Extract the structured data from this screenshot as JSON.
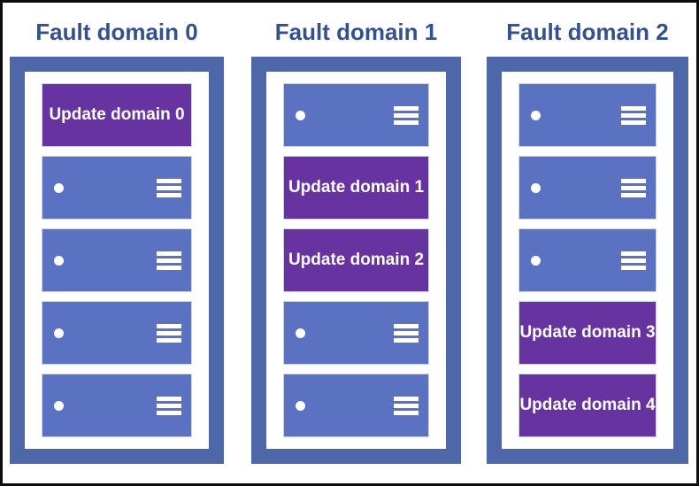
{
  "diagram": {
    "colors": {
      "outer_border": "#0d0d0d",
      "canvas_background": "#ffffff",
      "title_text": "#35508f",
      "rack_frame": "#4d67a8",
      "server_box": "#5b72c2",
      "update_box": "#6633a0",
      "slot_text": "#ffffff"
    },
    "fault_domains": [
      {
        "label": "Fault domain 0",
        "slots": [
          {
            "type": "update",
            "label": "Update domain 0"
          },
          {
            "type": "server",
            "icons": [
              "status-dot-icon",
              "server-vents-icon"
            ]
          },
          {
            "type": "server",
            "icons": [
              "status-dot-icon",
              "server-vents-icon"
            ]
          },
          {
            "type": "server",
            "icons": [
              "status-dot-icon",
              "server-vents-icon"
            ]
          },
          {
            "type": "server",
            "icons": [
              "status-dot-icon",
              "server-vents-icon"
            ]
          }
        ]
      },
      {
        "label": "Fault domain 1",
        "slots": [
          {
            "type": "server",
            "icons": [
              "status-dot-icon",
              "server-vents-icon"
            ]
          },
          {
            "type": "update",
            "label": "Update domain 1"
          },
          {
            "type": "update",
            "label": "Update domain 2"
          },
          {
            "type": "server",
            "icons": [
              "status-dot-icon",
              "server-vents-icon"
            ]
          },
          {
            "type": "server",
            "icons": [
              "status-dot-icon",
              "server-vents-icon"
            ]
          }
        ]
      },
      {
        "label": "Fault domain 2",
        "slots": [
          {
            "type": "server",
            "icons": [
              "status-dot-icon",
              "server-vents-icon"
            ]
          },
          {
            "type": "server",
            "icons": [
              "status-dot-icon",
              "server-vents-icon"
            ]
          },
          {
            "type": "server",
            "icons": [
              "status-dot-icon",
              "server-vents-icon"
            ]
          },
          {
            "type": "update",
            "label": "Update domain 3"
          },
          {
            "type": "update",
            "label": "Update domain 4"
          }
        ]
      }
    ]
  }
}
